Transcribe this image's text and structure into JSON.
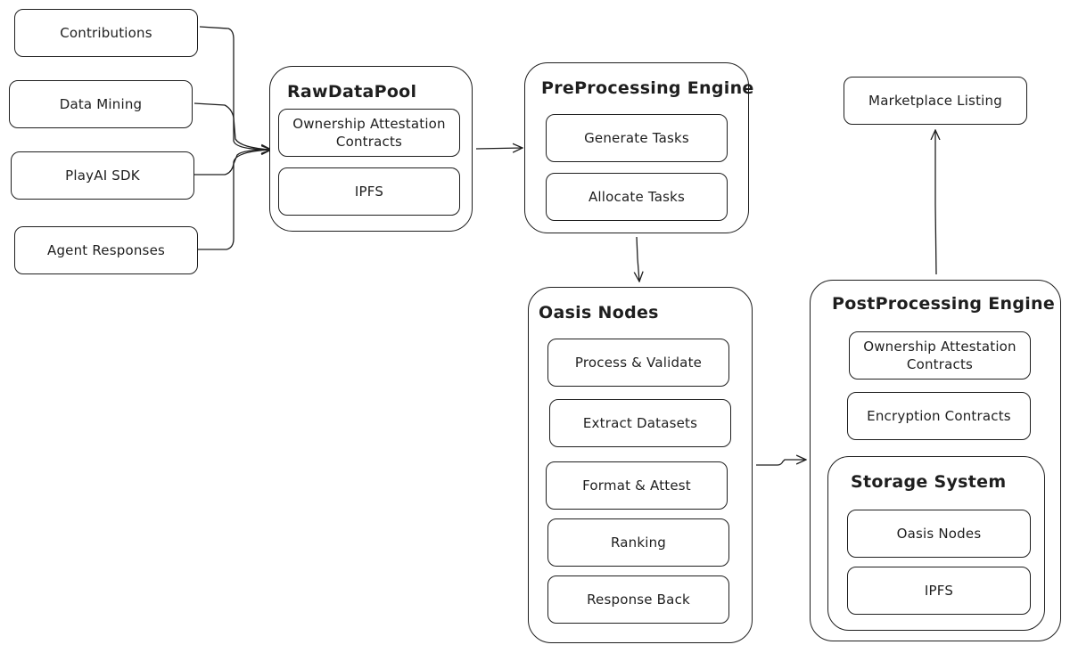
{
  "sources": {
    "contributions": "Contributions",
    "data_mining": "Data Mining",
    "playai_sdk": "PlayAI SDK",
    "agent_responses": "Agent Responses"
  },
  "raw_data_pool": {
    "title": "RawDataPool",
    "ownership_attestation": "Ownership Attestation Contracts",
    "ipfs": "IPFS"
  },
  "preprocessing": {
    "title": "PreProcessing Engine",
    "generate_tasks": "Generate Tasks",
    "allocate_tasks": "Allocate Tasks"
  },
  "oasis_nodes": {
    "title": "Oasis Nodes",
    "process_validate": "Process & Validate",
    "extract_datasets": "Extract Datasets",
    "format_attest": "Format & Attest",
    "ranking": "Ranking",
    "response_back": "Response Back"
  },
  "postprocessing": {
    "title": "PostProcessing Engine",
    "ownership_attestation": "Ownership Attestation Contracts",
    "encryption_contracts": "Encryption Contracts",
    "storage_system": {
      "title": "Storage System",
      "oasis_nodes": "Oasis Nodes",
      "ipfs": "IPFS"
    }
  },
  "marketplace_listing": "Marketplace Listing"
}
